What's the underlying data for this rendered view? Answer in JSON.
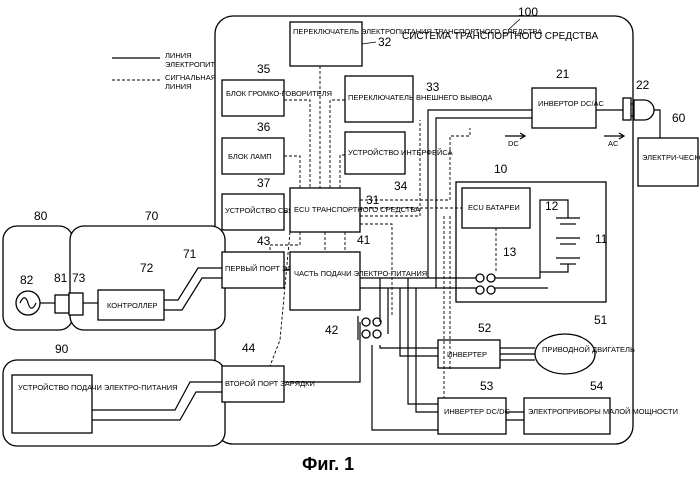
{
  "figure_caption": "Фиг. 1",
  "legend": {
    "power_line": "ЛИНИЯ ЭЛЕКТРОПИТАНИЯ",
    "signal_line": "СИГНАЛЬНАЯ ЛИНИЯ"
  },
  "vehicle_system": {
    "title": "СИСТЕМА ТРАНСПОРТНОГО СРЕДСТВА",
    "ref": "100"
  },
  "boxes": {
    "speaker": "БЛОК ГРОМКО-ГОВОРИТЕЛЯ",
    "lamp": "БЛОК ЛАМП",
    "comm": "УСТРОЙСТВО СВЯЗИ",
    "port1": "ПЕРВЫЙ ПОРТ ЗАРЯДКИ",
    "port2": "ВТОРОЙ ПОРТ ЗАРЯДКИ",
    "power_switch": "ПЕРЕКЛЮЧАТЕЛЬ ЭЛЕКТРОПИТАНИЯ ТРАНСПОРТНОГО СРЕДСТВА",
    "ext_switch": "ПЕРЕКЛЮЧАТЕЛЬ ВНЕШНЕГО ВЫВОДА",
    "interface": "УСТРОЙСТВО ИНТЕРФЕЙСА",
    "vehicle_ecu": "ECU ТРАНСПОРТНОГО СРЕДСТВА",
    "power_supply_part": "ЧАСТЬ ПОДАЧИ ЭЛЕКТРО-ПИТАНИЯ",
    "dcac_inverter": "ИНВЕРТОР DC/AC",
    "battery_ecu": "ECU БАТАРЕИ",
    "inverter": "ИНВЕРТЕР",
    "drive_motor": "ПРИВОДНОЙ ДВИГАТЕЛЬ",
    "dcdc_inverter": "ИНВЕРТЕР DC/DC",
    "low_power": "ЭЛЕКТРОПРИБОРЫ МАЛОЙ МОЩНОСТИ",
    "controller": "КОНТРОЛЛЕР",
    "supply_device": "УСТРОЙСТВО ПОДАЧИ ЭЛЕКТРО-ПИТАНИЯ",
    "electric_device": "ЭЛЕКТРИ-ЧЕСКОЕ УСТРОЙСТВО"
  },
  "arrows": {
    "dc": "DC",
    "ac": "AC"
  },
  "refs": {
    "r10": "10",
    "r11": "11",
    "r12": "12",
    "r13": "13",
    "r21": "21",
    "r22": "22",
    "r31": "31",
    "r32": "32",
    "r33": "33",
    "r34": "34",
    "r35": "35",
    "r36": "36",
    "r37": "37",
    "r41": "41",
    "r42": "42",
    "r43": "43",
    "r44": "44",
    "r51": "51",
    "r52": "52",
    "r53": "53",
    "r54": "54",
    "r60": "60",
    "r70": "70",
    "r71": "71",
    "r72": "72",
    "r73": "73",
    "r80": "80",
    "r81": "81",
    "r82": "82",
    "r90": "90"
  }
}
